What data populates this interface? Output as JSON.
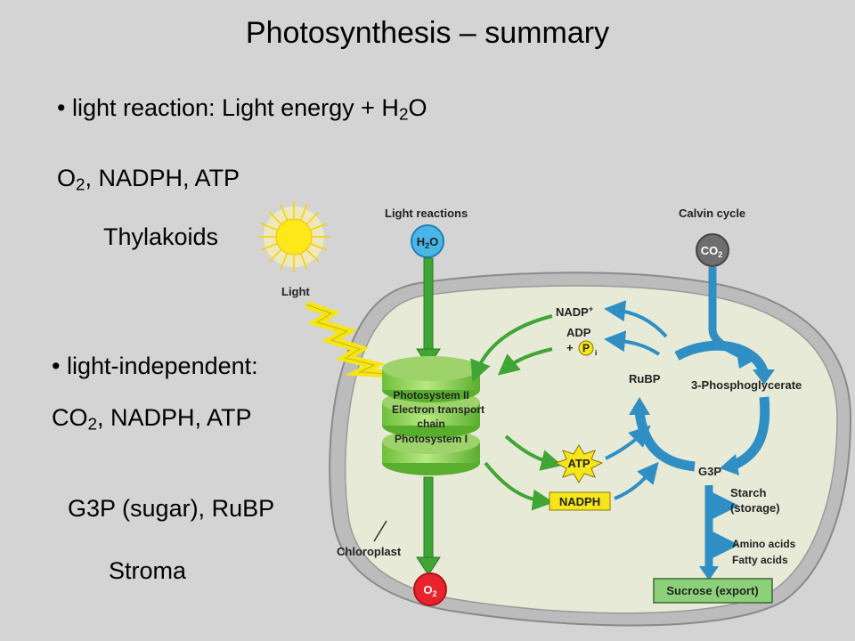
{
  "slide": {
    "title": "Photosynthesis – summary",
    "bullet1": {
      "bullet": "•",
      "prefix": "light reaction: Light energy + H",
      "sub": "2",
      "suffix": "O"
    },
    "products1": {
      "pre": "O",
      "sub": "2",
      "post": ", NADPH, ATP"
    },
    "location1": "Thylakoids",
    "bullet2": {
      "bullet": "•",
      "text": "light-independent:"
    },
    "inputs2": {
      "pre": "CO",
      "sub": "2",
      "post": ", NADPH, ATP"
    },
    "products2": "G3P (sugar), RuBP",
    "location2": "Stroma"
  },
  "diagram": {
    "light_reactions": "Light reactions",
    "calvin_cycle": "Calvin cycle",
    "h2o": {
      "pre": "H",
      "sub": "2",
      "post": "O"
    },
    "co2": {
      "pre": "CO",
      "sub": "2"
    },
    "o2": {
      "pre": "O",
      "sub": "2"
    },
    "light": "Light",
    "photosystem2": "Photosystem II",
    "etc_line1": "Electron transport",
    "etc_line2": "chain",
    "photosystem1": "Photosystem I",
    "nadp": "NADP",
    "nadp_sup": "+",
    "adp": "ADP",
    "plus": "+",
    "pi": "P",
    "pi_sub": "i",
    "atp": "ATP",
    "nadph": "NADPH",
    "rubp": "RuBP",
    "pga": "3-Phosphoglycerate",
    "g3p": "G3P",
    "starch": "Starch",
    "storage": "(storage)",
    "amino": "Amino acids",
    "fatty": "Fatty acids",
    "sucrose": "Sucrose (export)",
    "chloroplast": "Chloroplast"
  },
  "colors": {
    "background": "#d4d4d4",
    "stroma": "#e8ead8",
    "membrane": "#b8b8b8",
    "green_arrow": "#3fa535",
    "blue_arrow": "#2f8fc4",
    "h2o_fill": "#4ab6e8",
    "co2_fill": "#6e6e6e",
    "o2_fill": "#e8232b",
    "atp_fill": "#f5e51a",
    "sucrose_fill": "#8cd07a"
  }
}
